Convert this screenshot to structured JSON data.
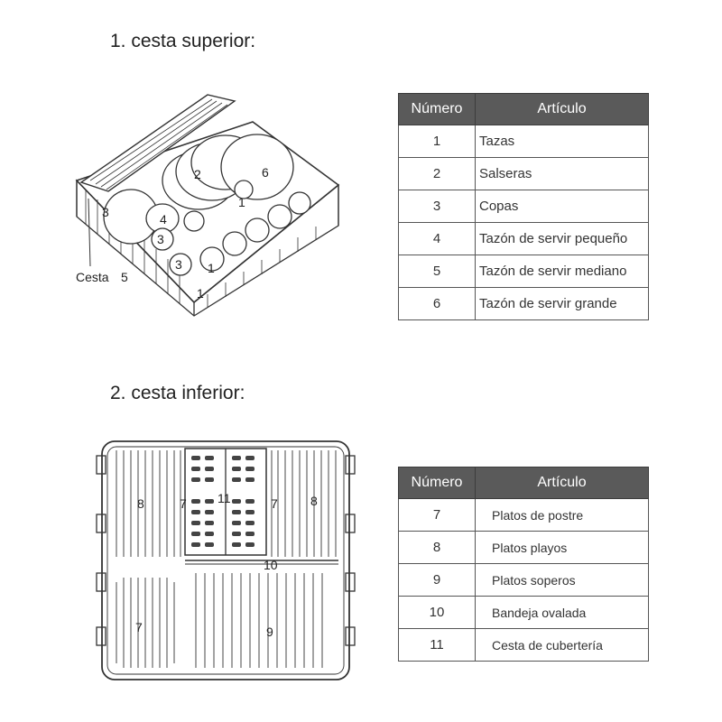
{
  "upper": {
    "title": "1. cesta superior:",
    "figure_labels": {
      "cesta": "Cesta",
      "label_5": "5",
      "label_3a": "3",
      "label_3b": "3",
      "label_3c": "3",
      "label_4": "4",
      "label_2": "2",
      "label_6": "6",
      "label_1a": "1",
      "label_1b": "1",
      "label_1c": "1"
    },
    "table": {
      "headers": [
        "Número",
        "Artículo"
      ],
      "rows": [
        {
          "num": "1",
          "item": "Tazas"
        },
        {
          "num": "2",
          "item": "Salseras"
        },
        {
          "num": "3",
          "item": "Copas"
        },
        {
          "num": "4",
          "item": "Tazón de servir pequeño"
        },
        {
          "num": "5",
          "item": "Tazón de servir mediano"
        },
        {
          "num": "6",
          "item": "Tazón de servir grande"
        }
      ]
    }
  },
  "lower": {
    "title": "2. cesta inferior:",
    "figure_labels": {
      "label_8a": "8",
      "label_7a": "7",
      "label_11": "11",
      "label_7b": "7",
      "label_8b": "8",
      "label_10": "10",
      "label_7c": "7",
      "label_9": "9"
    },
    "table": {
      "headers": [
        "Número",
        "Artículo"
      ],
      "rows": [
        {
          "num": "7",
          "item": "Platos de postre"
        },
        {
          "num": "8",
          "item": "Platos playos"
        },
        {
          "num": "9",
          "item": "Platos soperos"
        },
        {
          "num": "10",
          "item": "Bandeja ovalada"
        },
        {
          "num": "11",
          "item": "Cesta de cubertería"
        }
      ]
    }
  }
}
